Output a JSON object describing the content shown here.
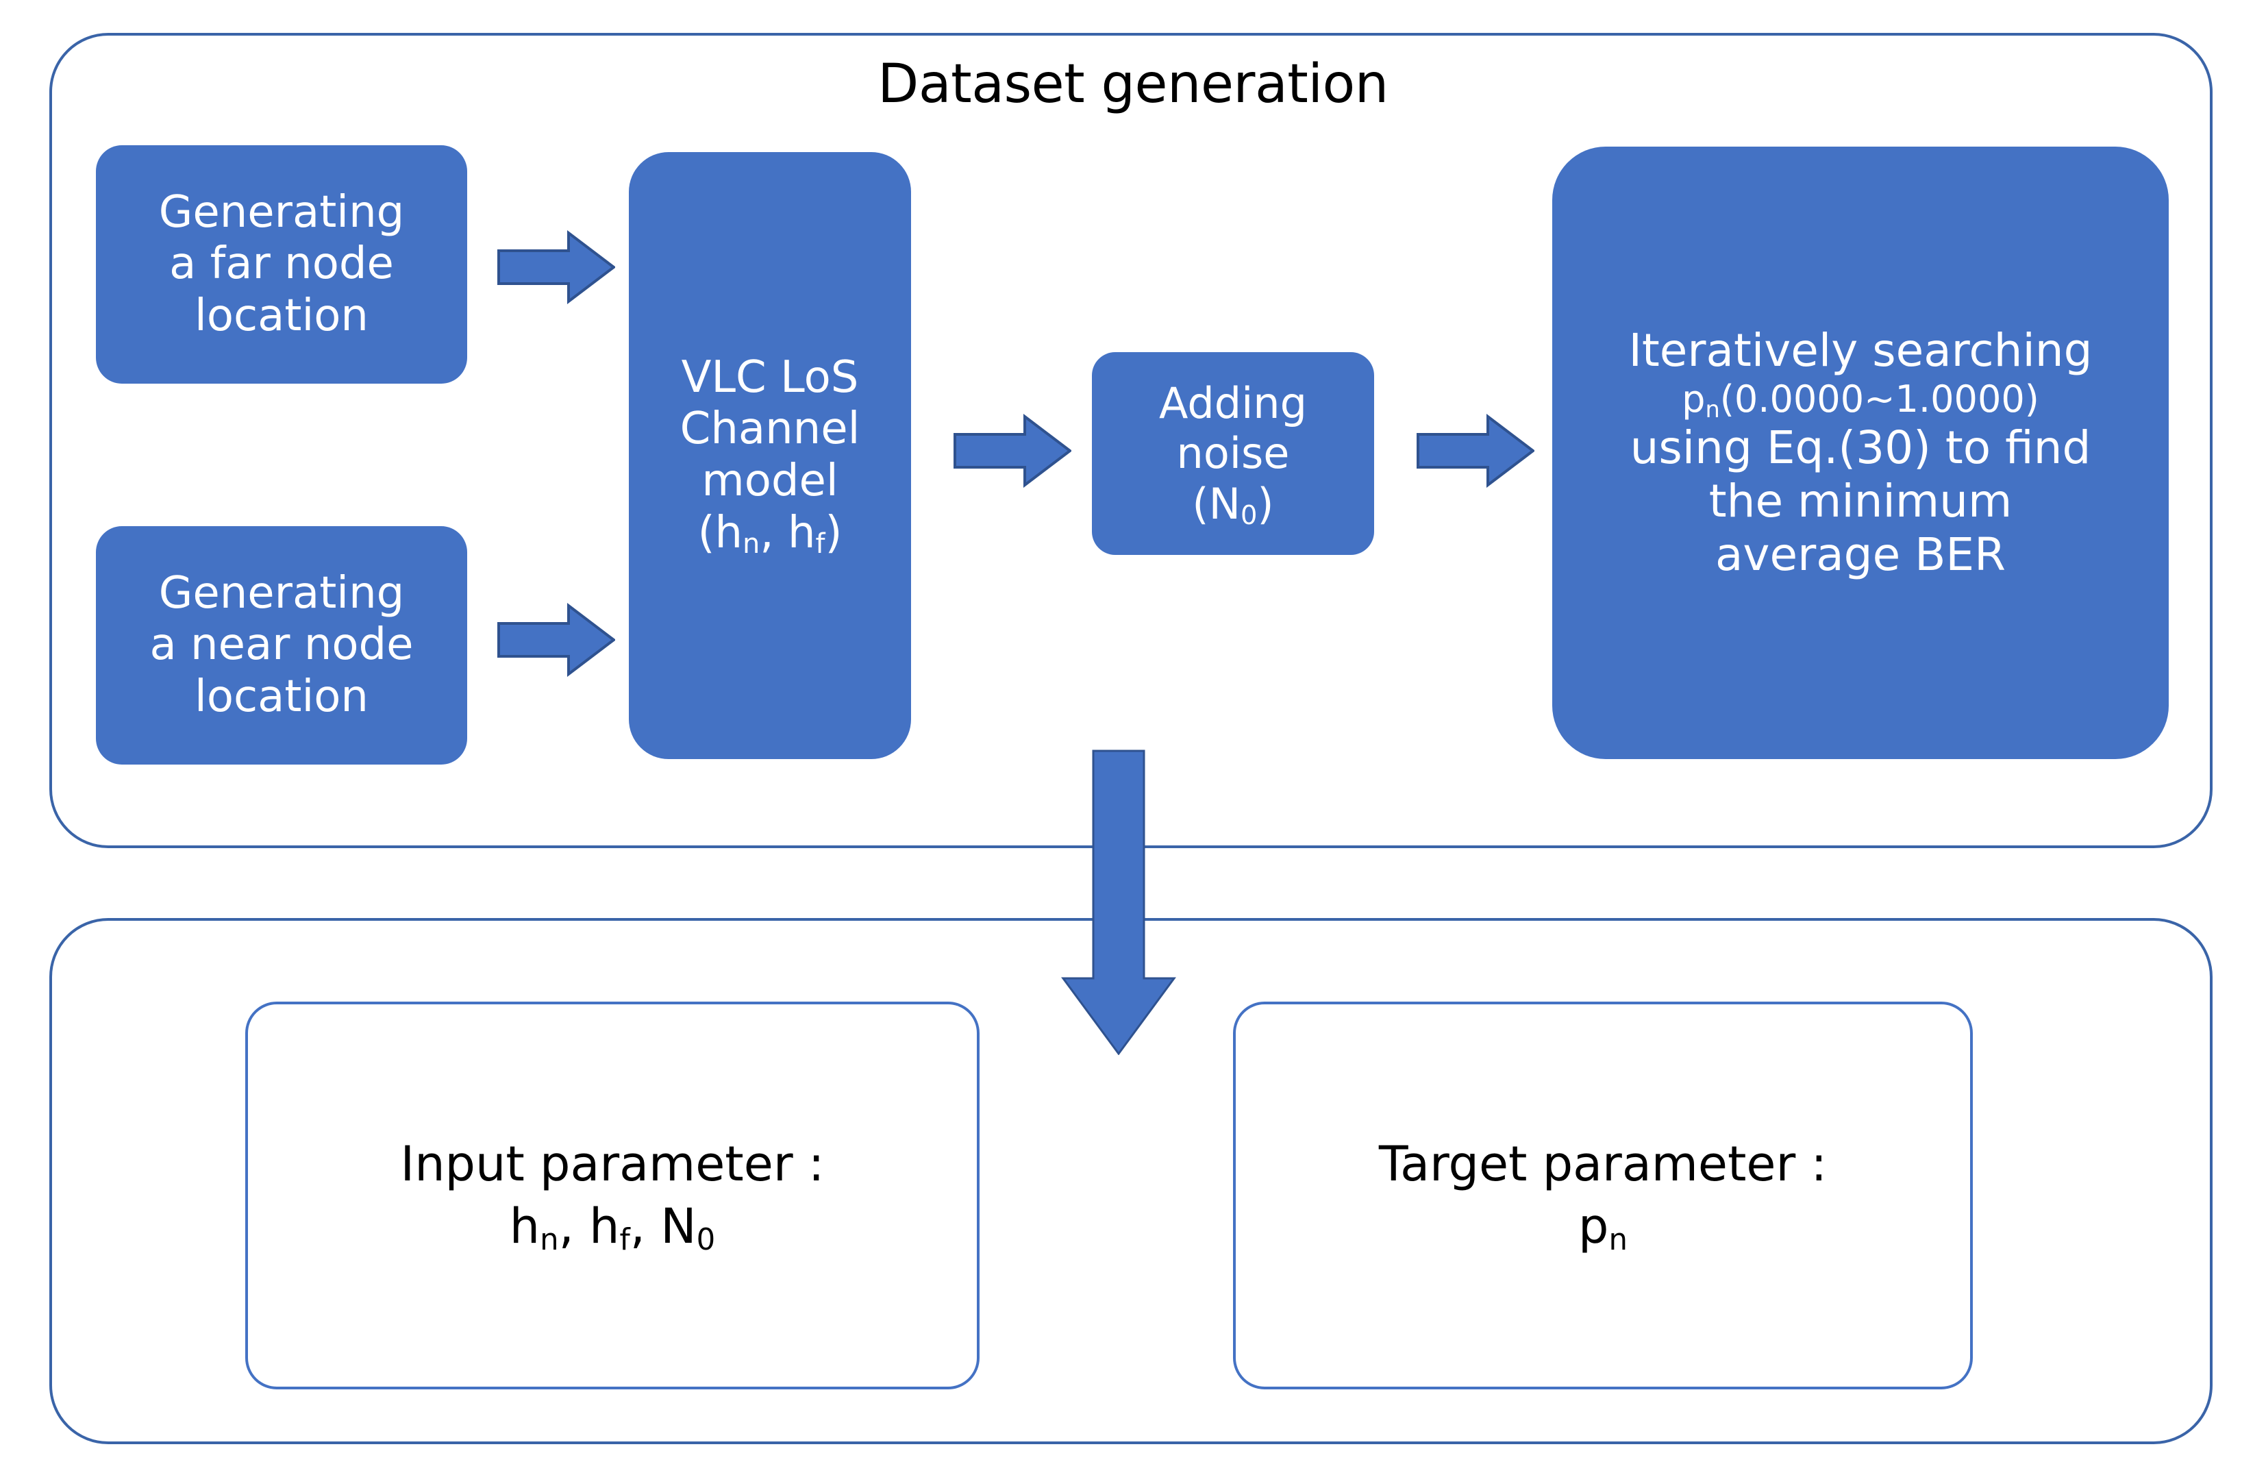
{
  "diagram": {
    "title": "Dataset generation",
    "accent_blue": "#4472C4",
    "border_blue": "#3A64A8",
    "background": "#ffffff",
    "text_on_blue": "#ffffff",
    "text_on_white": "#000000"
  },
  "dataset_section": {
    "title": "Dataset generation",
    "boxes": {
      "far_node": {
        "line1": "Generating",
        "line2": "a far node",
        "line3": "location"
      },
      "near_node": {
        "line1": "Generating",
        "line2": "a near node",
        "line3": "location"
      },
      "vlc_channel": {
        "line1": "VLC LoS",
        "line2": "Channel",
        "line3": "model",
        "line4_open": "(h",
        "line4_sub1": "n",
        "line4_mid": ",  h",
        "line4_sub2": "f",
        "line4_close": ")"
      },
      "adding_noise": {
        "line1": "Adding",
        "line2": "noise",
        "line3_open": "(N",
        "line3_sub": "0",
        "line3_close": ")"
      },
      "iterative_search": {
        "line1": "Iteratively searching",
        "line2_sym": "p",
        "line2_sub": "n",
        "line2_rest": "(0.0000~1.0000)",
        "line3": "using Eq.(30) to find",
        "line4": "the minimum",
        "line5": "average BER"
      }
    }
  },
  "parameters_section": {
    "input_box": {
      "label": "Input parameter :",
      "v1_sym": "h",
      "v1_sub": "n",
      "sep1": ",  ",
      "v2_sym": "h",
      "v2_sub": "f",
      "sep2": ",  ",
      "v3_sym": "N",
      "v3_sub": "0"
    },
    "target_box": {
      "label": "Target parameter :",
      "v1_sym": "p",
      "v1_sub": "n"
    }
  },
  "arrows": [
    {
      "name": "far-node-to-channel",
      "direction": "right"
    },
    {
      "name": "near-node-to-channel",
      "direction": "right"
    },
    {
      "name": "channel-to-noise",
      "direction": "right"
    },
    {
      "name": "noise-to-search",
      "direction": "right"
    },
    {
      "name": "dataset-to-parameters",
      "direction": "down"
    }
  ]
}
